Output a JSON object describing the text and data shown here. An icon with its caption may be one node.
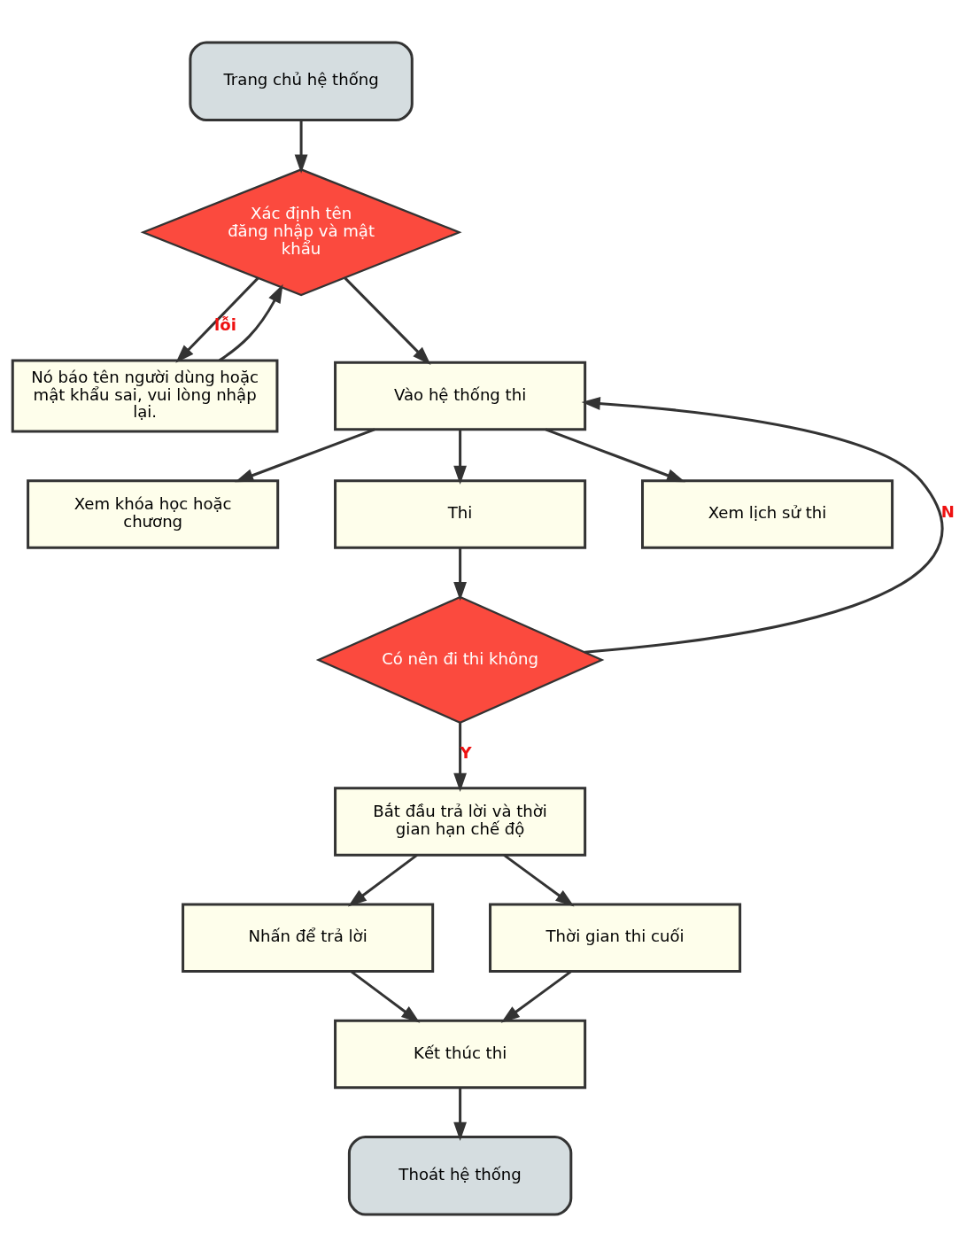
{
  "diagram": {
    "nodes": [
      {
        "text": [
          "Trang chủ hệ thống"
        ]
      },
      {
        "text": [
          "Xác định tên đăng nhập và mật khẩu"
        ]
      },
      {
        "text": [
          "Nó báo tên người dùng hoặc mật khẩu sai, vui lòng nhập lại."
        ]
      },
      {
        "text": [
          "Vào hệ thống thi"
        ]
      },
      {
        "text": [
          "Xem khóa học hoặc chương"
        ]
      },
      {
        "text": [
          "Thi"
        ]
      },
      {
        "text": [
          "Xem lịch sử thi"
        ]
      },
      {
        "text": [
          "Có nên đi thi không"
        ]
      },
      {
        "text": [
          "Bắt đầu trả lời và thời gian hạn chế độ"
        ]
      },
      {
        "text": [
          "Nhấn để trả lời"
        ]
      },
      {
        "text": [
          "Thời gian thi cuối"
        ]
      },
      {
        "text": [
          "Kết thúc thi"
        ]
      },
      {
        "text": [
          "Thoát hệ thống"
        ]
      }
    ],
    "edges": [
      {
        "from": 0,
        "to": 1,
        "arrow": "to"
      },
      {
        "from": 1,
        "to": 2,
        "arrow": "to",
        "label": "lỗi"
      },
      {
        "from": 2,
        "to": 1,
        "arrow": "to"
      },
      {
        "from": 1,
        "to": 3,
        "arrow": "to"
      },
      {
        "from": 3,
        "to": 4,
        "arrow": "to"
      },
      {
        "from": 3,
        "to": 5,
        "arrow": "to"
      },
      {
        "from": 3,
        "to": 6,
        "arrow": "to"
      },
      {
        "from": 5,
        "to": 7,
        "arrow": "to"
      },
      {
        "from": 7,
        "to": 3,
        "arrow": "to",
        "label": "N"
      },
      {
        "from": 7,
        "to": 8,
        "arrow": "to",
        "label": "Y"
      },
      {
        "from": 8,
        "to": 9,
        "arrow": "to"
      },
      {
        "from": 8,
        "to": 10,
        "arrow": "to"
      },
      {
        "from": 9,
        "to": 11,
        "arrow": "to"
      },
      {
        "from": 10,
        "to": 11,
        "arrow": "to"
      },
      {
        "from": 11,
        "to": 12,
        "arrow": "to"
      }
    ]
  }
}
